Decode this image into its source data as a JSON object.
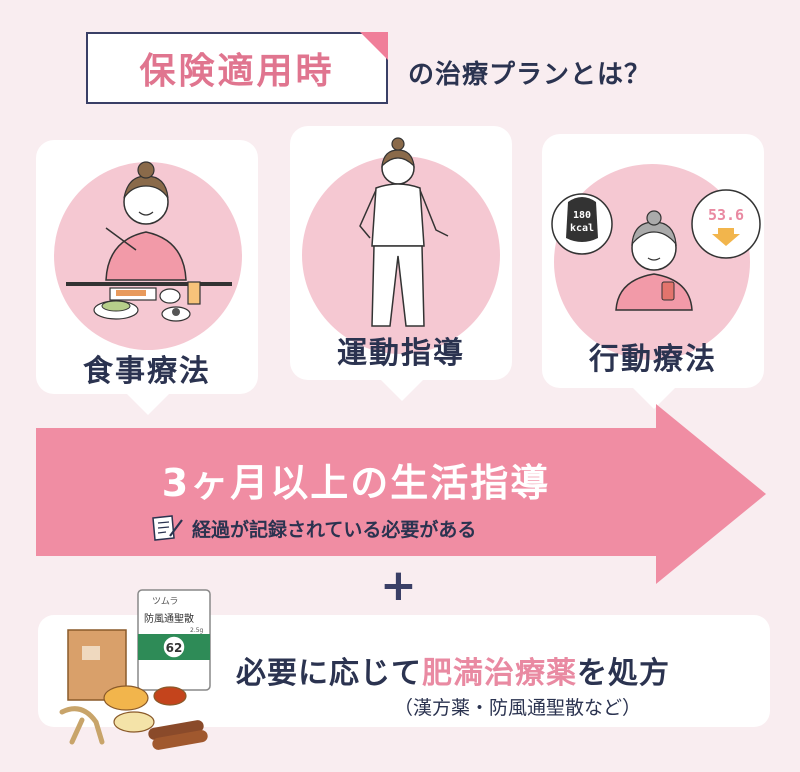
{
  "title": {
    "highlight": "保険適用時",
    "suffix": "の治療プランとは？"
  },
  "cards": [
    {
      "label": "食事療法",
      "illustration": "woman-eating-meal"
    },
    {
      "label": "運動指導",
      "illustration": "woman-walking-exercise"
    },
    {
      "label": "行動療法",
      "illustration": "woman-checking-phone",
      "bubble_left": {
        "line1": "180",
        "line2": "kcal"
      },
      "bubble_right": "53.6"
    }
  ],
  "arrow": {
    "main": "3ヶ月以上の生活指導",
    "sub": "経過が記録されている必要がある",
    "icon": "document-pencil-icon"
  },
  "plus": "+",
  "bottom": {
    "pre": "必要に応じて",
    "highlight": "肥満治療薬",
    "post": "を処方",
    "note": "（漢方薬・防風通聖散など）",
    "medicine_package": {
      "brand": "ツムラ",
      "name": "防風通聖散",
      "weight": "2.5g",
      "number": "62"
    }
  },
  "colors": {
    "accent": "#f08da3",
    "navy": "#2b3350",
    "pink_bg": "#f9edf0",
    "circle": "#f5c8d2"
  }
}
